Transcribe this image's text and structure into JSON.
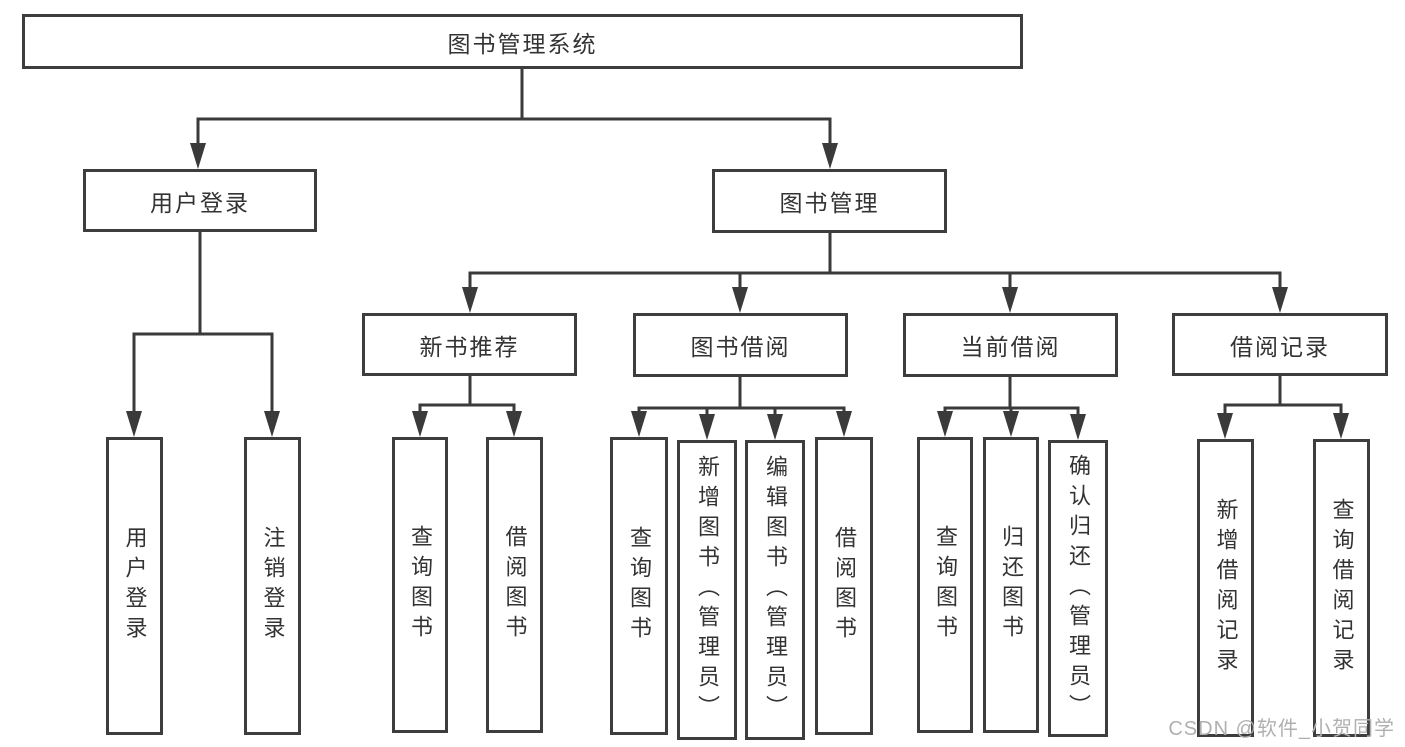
{
  "tree": {
    "root": {
      "label": "图书管理系统"
    },
    "branches": [
      {
        "label": "用户登录",
        "children": [
          {
            "label": "用户登录"
          },
          {
            "label": "注销登录"
          }
        ]
      },
      {
        "label": "图书管理",
        "children": [
          {
            "label": "新书推荐",
            "children": [
              {
                "label": "查询图书"
              },
              {
                "label": "借阅图书"
              }
            ]
          },
          {
            "label": "图书借阅",
            "children": [
              {
                "label": "查询图书"
              },
              {
                "label": "新增图书（管理员）"
              },
              {
                "label": "编辑图书（管理员）"
              },
              {
                "label": "借阅图书"
              }
            ]
          },
          {
            "label": "当前借阅",
            "children": [
              {
                "label": "查询图书"
              },
              {
                "label": "归还图书"
              },
              {
                "label": "确认归还（管理员）"
              }
            ]
          },
          {
            "label": "借阅记录",
            "children": [
              {
                "label": "新增借阅记录"
              },
              {
                "label": "查询借阅记录"
              }
            ]
          }
        ]
      }
    ]
  },
  "watermark": {
    "text": "CSDN @软件_小贺同学"
  },
  "colors": {
    "line": "#3a3a3a",
    "box_border": "#3d3d3d",
    "text": "#333333",
    "watermark": "#b0b0b0",
    "background": "#ffffff"
  }
}
